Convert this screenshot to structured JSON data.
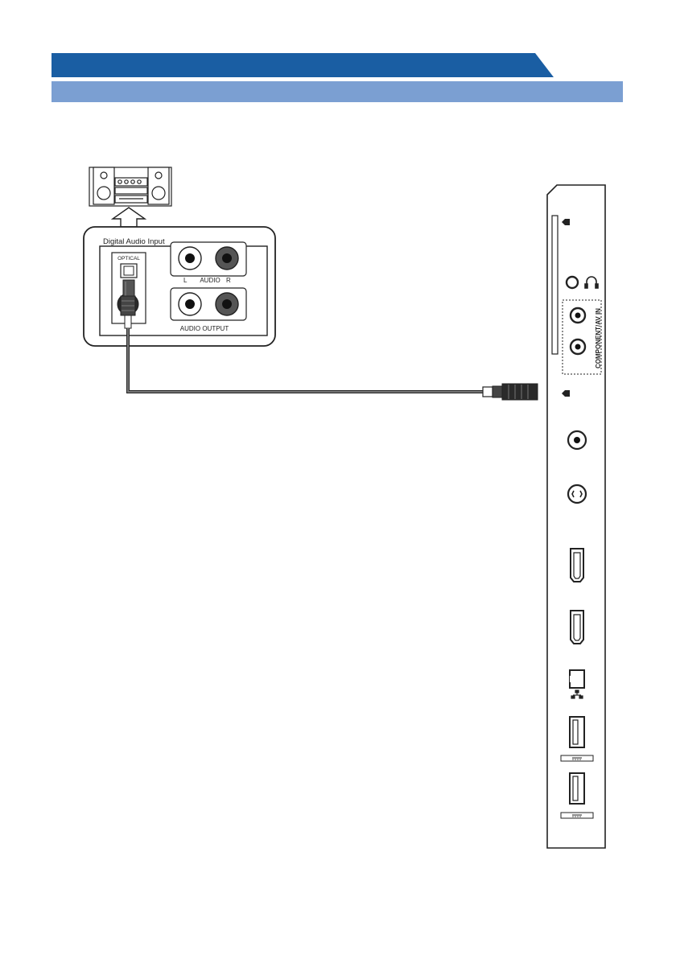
{
  "colors": {
    "header_dark": "#1a5ea3",
    "header_light": "#7b9fd2",
    "line": "#222222",
    "cable": "#333333"
  },
  "audio_panel": {
    "title": "Digital Audio Input",
    "optical_label": "OPTICAL",
    "audio_l": "L",
    "audio_mid": "AUDIO",
    "audio_r": "R",
    "output_label": "AUDIO OUTPUT"
  },
  "tv_panel": {
    "component_label": "COMPONENT/AV IN"
  },
  "icons": [
    "stereo-system-icon",
    "arrow-up-icon",
    "headphone-icon",
    "network-icon",
    "usb-icon",
    "hdmi-port-icon",
    "optical-port-icon"
  ]
}
